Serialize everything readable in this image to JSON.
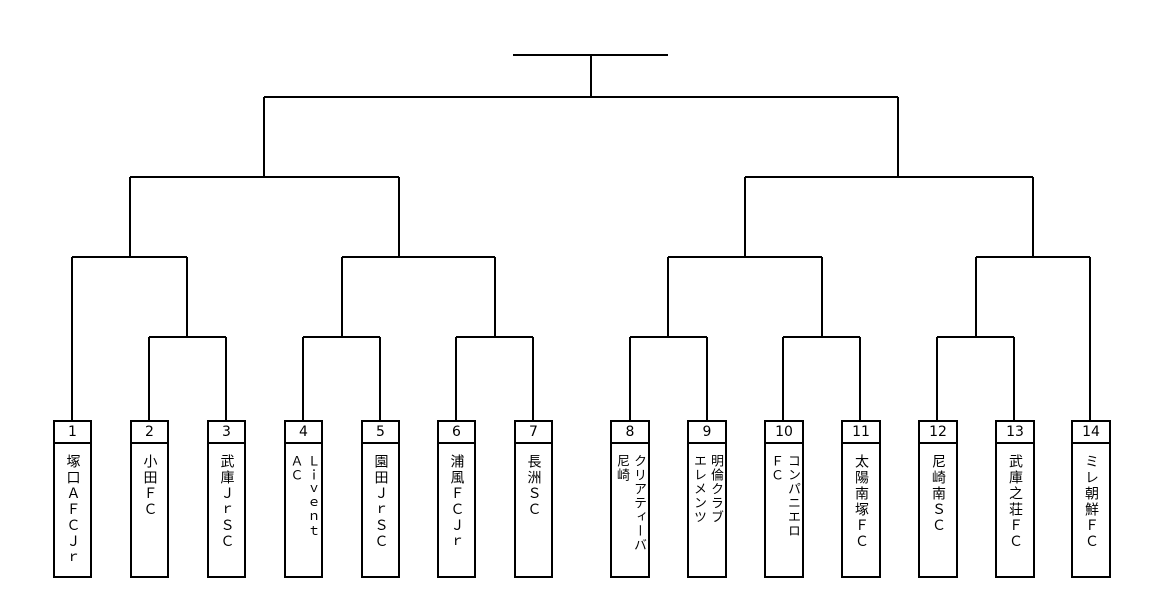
{
  "bracket": {
    "teams": [
      {
        "seed": "1",
        "name": "塚口ＡＦＣＪｒ"
      },
      {
        "seed": "2",
        "name": "小田ＦＣ"
      },
      {
        "seed": "3",
        "name": "武庫ＪｒＳＣ"
      },
      {
        "seed": "4",
        "name": "Ｌｉｖｅｎｔ\nＡＣ"
      },
      {
        "seed": "5",
        "name": "園田ＪｒＳＣ"
      },
      {
        "seed": "6",
        "name": "浦風ＦＣＪｒ"
      },
      {
        "seed": "7",
        "name": "長洲ＳＣ"
      },
      {
        "seed": "8",
        "name": "クリアティーバ\n尼崎"
      },
      {
        "seed": "9",
        "name": "明倫クラブ\nエレメンツ"
      },
      {
        "seed": "10",
        "name": "コンパニエロ\nＦＣ"
      },
      {
        "seed": "11",
        "name": "太陽南塚ＦＣ"
      },
      {
        "seed": "12",
        "name": "尼崎南ＳＣ"
      },
      {
        "seed": "13",
        "name": "武庫之荘ＦＣ"
      },
      {
        "seed": "14",
        "name": "ミレ朝鮮ＦＣ"
      }
    ]
  }
}
